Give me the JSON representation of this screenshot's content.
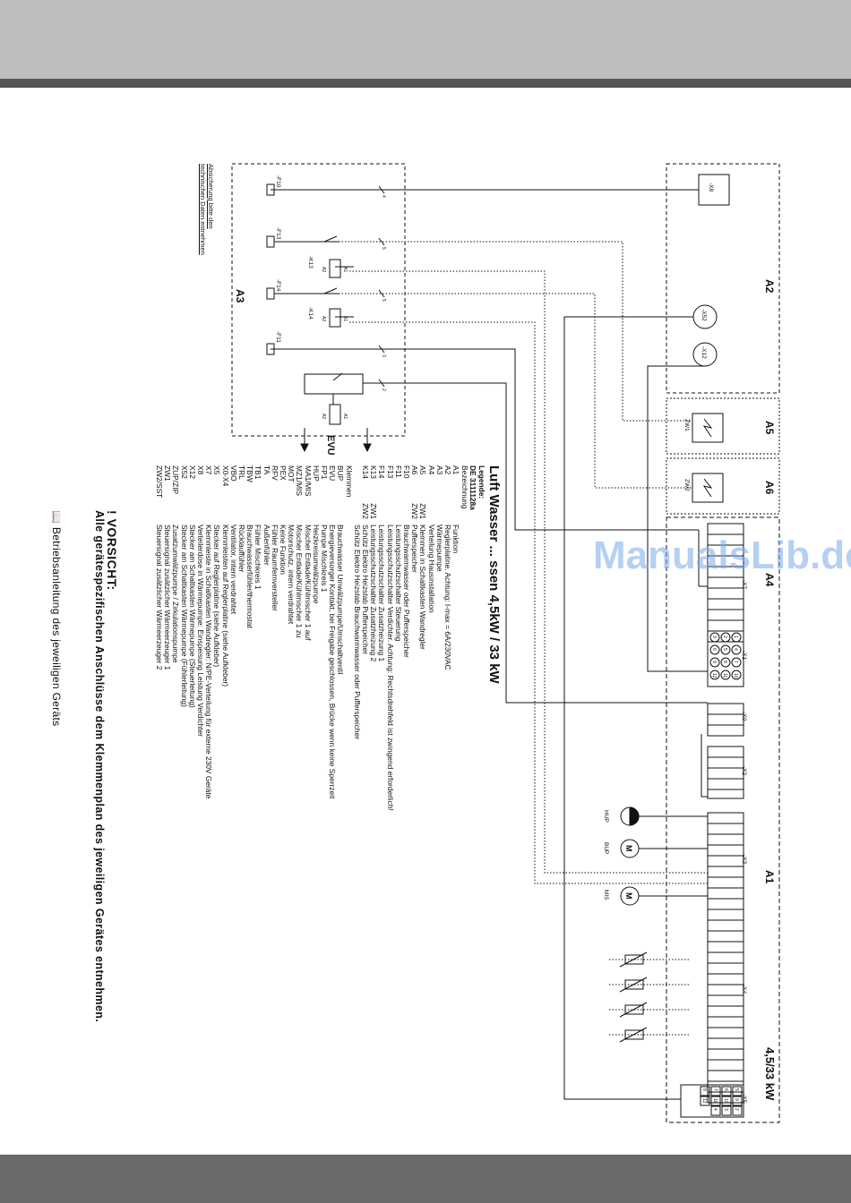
{
  "header": {
    "band_color": "#bdbdbd",
    "strip_color": "#555555"
  },
  "footer": {
    "band_color": "#6a6a6a"
  },
  "watermark": "ManualsLib.de",
  "schematic": {
    "modules": {
      "a2": "A2",
      "a5": "A5",
      "a6": "A6",
      "a4": "A4",
      "a1": "A1",
      "a3": "A3"
    },
    "power_rating": "4,5/33 kW",
    "connectors": {
      "x8": "-X8",
      "x52": "-X52",
      "x12": "-X12",
      "x7": "-X7",
      "x1": "-X1",
      "x0": "-X0",
      "x2": "-X2",
      "x3": "-X3",
      "x4": "-X4",
      "x5": "-X5"
    },
    "zw": {
      "zw1": "ZW1",
      "zw2": "ZW2"
    },
    "pumps": {
      "hup": "HUP",
      "bup": "BUP",
      "mis": "MIS",
      "motor": "M"
    },
    "fuses": {
      "f10": "-F10",
      "f13": "-F13",
      "f14": "-F14",
      "f11": "-F11"
    },
    "relays": {
      "k13": "-K13",
      "k14": "-K14",
      "a1": "A1",
      "a2": "A2"
    },
    "wire_counts": {
      "w4": "4",
      "w5a": "5",
      "w5b": "5",
      "w3": "3",
      "w2": "2"
    },
    "evu": "EVU",
    "fuse_note_1": "Absicherung bitte den",
    "fuse_note_2": "technischen Daten entnehmen",
    "x1_pins": [
      "1",
      "4",
      "7",
      "10",
      "2",
      "5",
      "8",
      "11",
      "3",
      "6",
      "9",
      "12"
    ],
    "x5_pins": [
      "5",
      "9",
      "2",
      "6",
      "10",
      "3",
      "7",
      "11",
      "4",
      "8",
      "12"
    ]
  },
  "legend": {
    "title": "Luft Wasser ... ssen 4,5kW / 33 kW",
    "code": "DE 3111128a",
    "subtitle": "Legende:",
    "col_header": "Bezeichnung",
    "rows": [
      [
        "A1",
        "",
        "Funktion"
      ],
      [
        "A2",
        "",
        "Reglerplatine. Achtung: I-max = 6A/230VAC"
      ],
      [
        "A3",
        "",
        "Wärmepumpe"
      ],
      [
        "A4",
        "",
        "Verteilung Hausinstallation"
      ],
      [
        "A5",
        "ZW1",
        "Klemmen in Schaltkasten Wandregler"
      ],
      [
        "A6",
        "ZW2",
        "Pufferspeicher"
      ],
      [
        "F10",
        "",
        "Brauchwarmwasser oder Pufferspeicher"
      ],
      [
        "F11",
        "",
        "Leistungsschutzschalter Steuerung"
      ],
      [
        "F13",
        "",
        "Leistungsschutzschalter Verdichter. Achtung: Rechtsdrehfeld ist zwingend erforderlich!"
      ],
      [
        "F14",
        "",
        "Leistungsschutzschalter Zusatzheizung 1"
      ],
      [
        "K13",
        "ZW1",
        "Leistungsschutzschalter Zusatzheizung 2"
      ],
      [
        "K14",
        "ZW2",
        "Schütz Elektro Heizstab Pufferspeicher"
      ],
      [
        "",
        "",
        "Schütz Elektro Heizstab Brauchwarmwasser oder Pufferspeicher"
      ],
      [
        "Klemmen",
        "",
        ""
      ],
      [
        "BUP",
        "",
        "Brauchwasser Umwälzpumpe/Umschaltventil"
      ],
      [
        "EVU",
        "",
        "Energieversorger Kontakt, bei Freigabe geschlossen, Brücke wenn keine Sperrzeit"
      ],
      [
        "FP1",
        "",
        "Pumpe Mischkreis 1"
      ],
      [
        "HUP",
        "",
        "Heizkreisumwälzpumpe"
      ],
      [
        "MA1/MIS",
        "",
        "Mischer Entlade/Kühlmischer 1 auf"
      ],
      [
        "MZ1/MIS",
        "",
        "Mischer Entlade/Kühlmischer 1 zu"
      ],
      [
        "MOT",
        "",
        "Motorschutz, intern verdrahtet"
      ],
      [
        "PEX",
        "",
        "Keine Funktion"
      ],
      [
        "RFV",
        "",
        "Fühler Raumfernversteller"
      ],
      [
        "TA",
        "",
        "Außenfühler"
      ],
      [
        "TB1",
        "",
        "Fühler Mischkreis 1"
      ],
      [
        "TBW",
        "",
        "Brauchwasserfühler/thermostat"
      ],
      [
        "TRL",
        "",
        "Rücklauffühler"
      ],
      [
        "VBO",
        "",
        "Ventilator, intern verdrahtet"
      ],
      [
        "X0-X4",
        "",
        "Klemmleisten auf Reglerplatine (siehe Aufkleber)"
      ],
      [
        "X5",
        "",
        "Stecker auf Reglerplatine (siehe Aufkleber)"
      ],
      [
        "X7",
        "",
        "Klemmleiste in Schaltkasten Wandregler: N/PE-Verteilung für externe 230V Geräte"
      ],
      [
        "X8",
        "",
        "Verteilerdose in Wärmepumpe: Einspeisung Leistung Verdichter"
      ],
      [
        "X12",
        "",
        "Stecker am Schaltkasten Wärmepumpe (Steuerleitung)"
      ],
      [
        "X52",
        "",
        "Stecker am Schaltkasten Wärmepumpe (Fühlerleitung)"
      ],
      [
        "ZUP/ZIP",
        "",
        "Zusatzumwälzpumpe / Zirkulationspumpe"
      ],
      [
        "ZW1",
        "",
        "Steuersignal zusätzlicher Wärmeerzeuger 1"
      ],
      [
        "ZW2/SST",
        "",
        "Steuersignal zusätzlicher Wärmeerzeuger 2"
      ]
    ]
  },
  "warning": {
    "title": "VORSICHT:",
    "text": "Alle gerätespezifischen Anschlüsse dem Klemmenplan des jeweiligen Gerätes entnehmen.",
    "book_text": "Betriebsanleitung des jeweiligen Geräts"
  }
}
